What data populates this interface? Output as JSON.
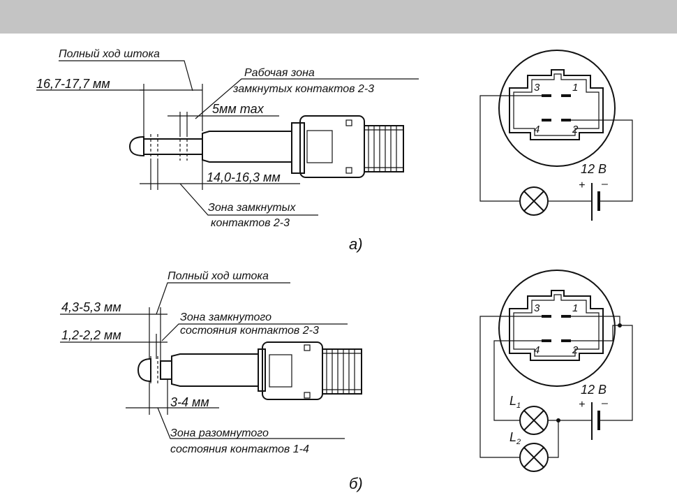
{
  "diagram_a": {
    "caption": "а)",
    "full_stroke_label": "Полный ход штока",
    "full_stroke_value": "16,7-17,7 мм",
    "working_zone_line1": "Рабочая зона",
    "working_zone_line2": "замкнутых  контактов 2-3",
    "max_label": "5мм max",
    "length_value": "14,0-16,3 мм",
    "closed_zone_line1": "Зона замкнутых",
    "closed_zone_line2": "контактов 2-3",
    "pins": [
      "3",
      "1",
      "4",
      "2"
    ],
    "battery_voltage": "12 В",
    "plus": "+",
    "minus": "–"
  },
  "diagram_b": {
    "caption": "б)",
    "full_stroke_label": "Полный ход штока",
    "dim1_value": "4,3-5,3 мм",
    "dim2_value": "1,2-2,2 мм",
    "closed_zone_line1": "Зона замкнутого",
    "closed_zone_line2": "состояния контактов 2-3",
    "dim3_value": "3-4 мм",
    "open_zone_line1": "Зона разомнутого",
    "open_zone_line2": "состояния контактов 1-4",
    "pins": [
      "3",
      "1",
      "4",
      "2"
    ],
    "battery_voltage": "12 В",
    "plus": "+",
    "minus": "–",
    "lamp1": "L",
    "lamp1_sub": "1",
    "lamp2": "L",
    "lamp2_sub": "2"
  }
}
